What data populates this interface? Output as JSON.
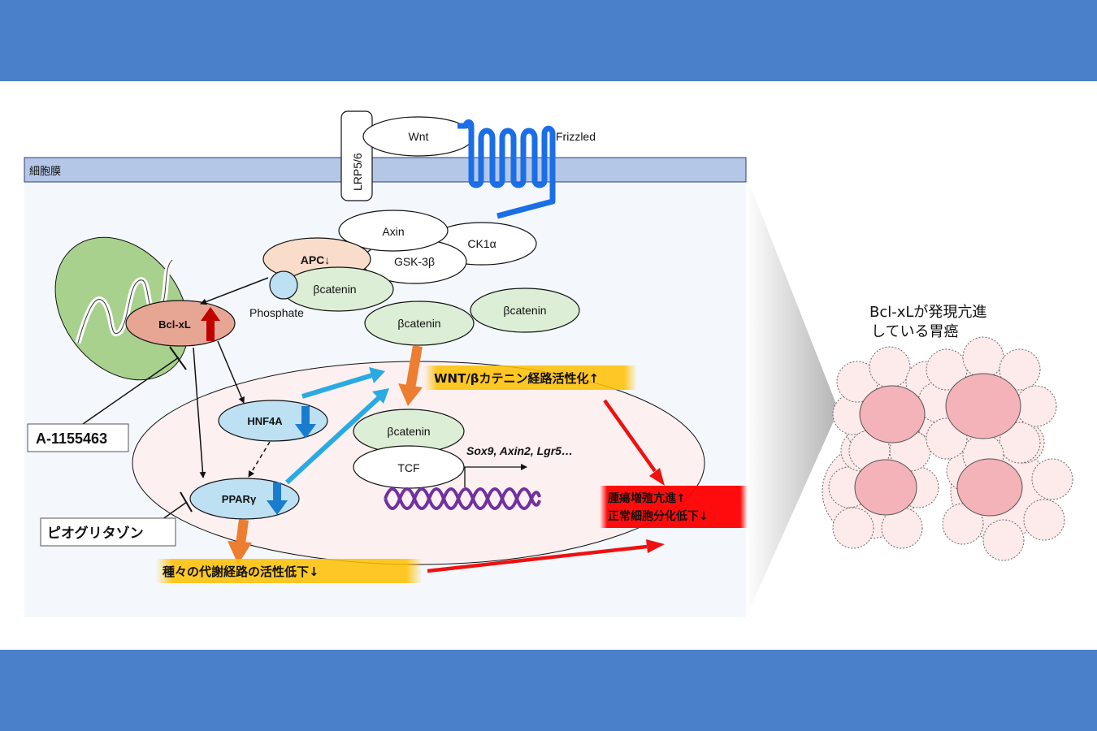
{
  "membrane_label": "細胞膜",
  "receptors": {
    "lrp": "LRP5/6",
    "wnt": "Wnt",
    "frizzled": "Frizzled"
  },
  "complex": {
    "axin": "Axin",
    "ck1a": "CK1α",
    "apc": "APC↓",
    "gsk3b": "GSK-3β",
    "bcatenin": "βcatenin",
    "phosphate": "Phosphate"
  },
  "free_bcatenin": {
    "a": "βcatenin",
    "b": "βcatenin"
  },
  "bclxl": "Bcl-xL",
  "hnf4a": "HNF4A",
  "ppar": "PPARγ",
  "nucleus": {
    "bcatenin": "βcatenin",
    "tcf": "TCF",
    "targets": "Sox9, Axin2, Lgr5…"
  },
  "inhibitors": {
    "a1155463": "A-1155463",
    "pioglitazone": "ピオグリタゾン"
  },
  "highlights": {
    "wnt_activation": "WNT/βカテニン経路活性化↑",
    "metabolic_down": "種々の代謝経路の活性低下↓",
    "outcome_line1": "腫瘍増殖亢進↑",
    "outcome_line2": "正常細胞分化低下↓"
  },
  "cancer_caption": {
    "line1": "Bcl-xLが発現亢進",
    "line2": "している胃癌"
  },
  "colors": {
    "band": "#4a7fca",
    "membrane": "#b4c7e7",
    "cytoplasm": "#f4f8fc",
    "nucleus": "#fdf0f0",
    "mitochondria": "#a9d18e",
    "bcatenin": "#dcefd6",
    "apc": "#f9dcc9",
    "bclxl": "#e7a594",
    "nuclear_receptor": "#bde0f3",
    "arrow_red": "#ee1111",
    "arrow_blue": "#1a7ccf",
    "arrow_cyan": "#29aae3",
    "arrow_orange": "#ed7d31",
    "dna": "#7030a0",
    "frizzled": "#1a6ee8",
    "highlight_yellow": "#ffc000"
  }
}
